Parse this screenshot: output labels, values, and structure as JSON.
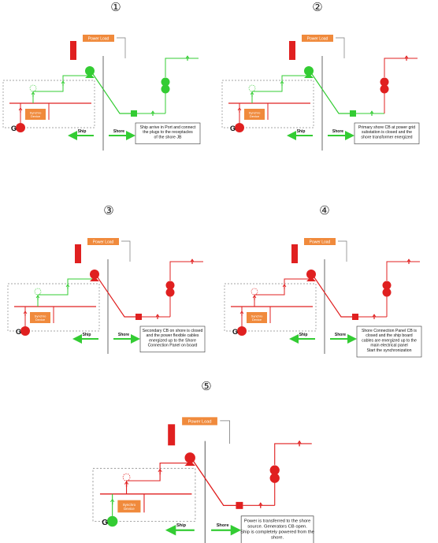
{
  "colors": {
    "energized": "#e02020",
    "de_energized": "#33cc33",
    "accent_orange": "#f08a3c",
    "box_border": "#888888"
  },
  "labels": {
    "power_load": "Power Load",
    "synchro_device": "Synchro Device",
    "ship": "Ship",
    "shore": "Shore",
    "generator": "G"
  },
  "panels": [
    {
      "step": "①",
      "description": [
        "Ship arrive in Port and connect",
        "the plugs to the receptacles",
        "of the shore JB"
      ]
    },
    {
      "step": "②",
      "description": [
        "Primary shore CB at power grid",
        "substation is closed and the",
        "shore transformer energized"
      ]
    },
    {
      "step": "③",
      "description": [
        "Secondary CB on shore is closed",
        "and the power flexible cables",
        "energized up to the Shore",
        "Connection Panel on board"
      ]
    },
    {
      "step": "④",
      "description": [
        "Shore Connection Panel CB is",
        "closed and the ship board",
        "cables are energized up to the",
        "main electrical panel",
        "Start the synchronization"
      ]
    },
    {
      "step": "⑤",
      "description": [
        "Power is transferred to the shore",
        "source. Generators CB open.",
        "Ship is completely powered from the",
        "shore."
      ]
    }
  ]
}
